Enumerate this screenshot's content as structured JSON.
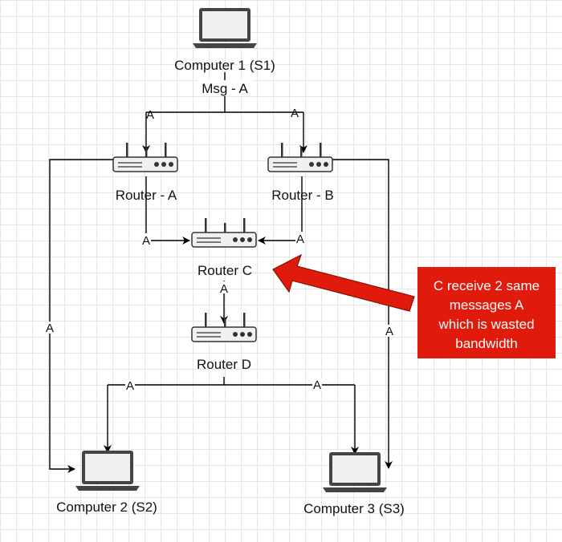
{
  "nodes": {
    "computer1": {
      "label": "Computer 1 (S1)",
      "icon": "laptop-icon"
    },
    "computer2": {
      "label": "Computer 2 (S2)",
      "icon": "laptop-icon"
    },
    "computer3": {
      "label": "Computer 3 (S3)",
      "icon": "laptop-icon"
    },
    "router_a": {
      "label": "Router - A",
      "icon": "router-icon"
    },
    "router_b": {
      "label": "Router - B",
      "icon": "router-icon"
    },
    "router_c": {
      "label": "Router C",
      "icon": "router-icon"
    },
    "router_d": {
      "label": "Router D",
      "icon": "router-icon"
    }
  },
  "edges": {
    "msg_label": "Msg - A",
    "s1_to_router_a": "A",
    "s1_to_router_b": "A",
    "router_a_to_c": "A",
    "router_b_to_c": "A",
    "router_c_to_d": "A",
    "router_a_to_s2": "A",
    "router_b_to_s3": "A",
    "router_d_to_s2": "A",
    "router_d_to_s3": "A"
  },
  "callout": {
    "lines": [
      "C receive 2 same",
      "messages A",
      "which is wasted",
      "bandwidth"
    ],
    "color": "#e01b0b",
    "arrow_color": "#e01b0b"
  }
}
